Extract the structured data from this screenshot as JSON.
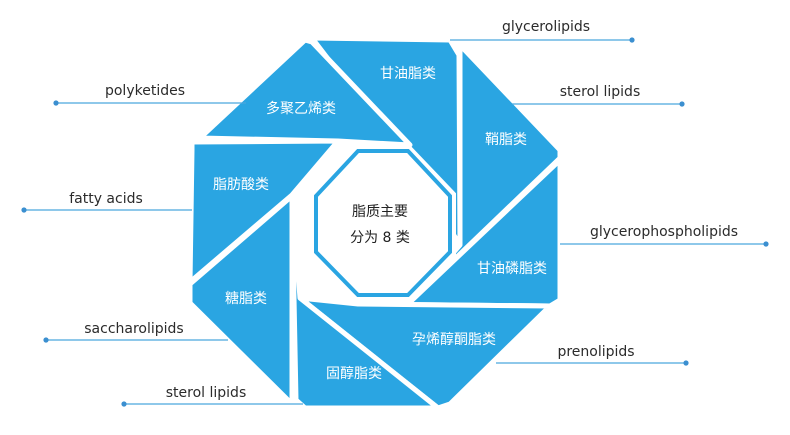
{
  "center": {
    "line1": "脂质主要",
    "line2": "分为 8 类"
  },
  "segments": [
    {
      "label": "甘油脂类"
    },
    {
      "label": "鞘脂类"
    },
    {
      "label": "甘油磷脂类"
    },
    {
      "label": "孕烯醇酮脂类"
    },
    {
      "label": "固醇脂类"
    },
    {
      "label": "糖脂类"
    },
    {
      "label": "脂肪酸类"
    },
    {
      "label": "多聚乙烯类"
    }
  ],
  "callouts": [
    {
      "label": "glycerolipids"
    },
    {
      "label": "sterol lipids"
    },
    {
      "label": "glycerophospholipids"
    },
    {
      "label": "prenolipids"
    },
    {
      "label": "sterol lipids"
    },
    {
      "label": "saccharolipids"
    },
    {
      "label": "fatty acids"
    },
    {
      "label": "polyketides"
    }
  ],
  "colors": {
    "segment": "#2aa5e2",
    "line": "#4aa8dd",
    "dot": "#3b8fd0"
  }
}
